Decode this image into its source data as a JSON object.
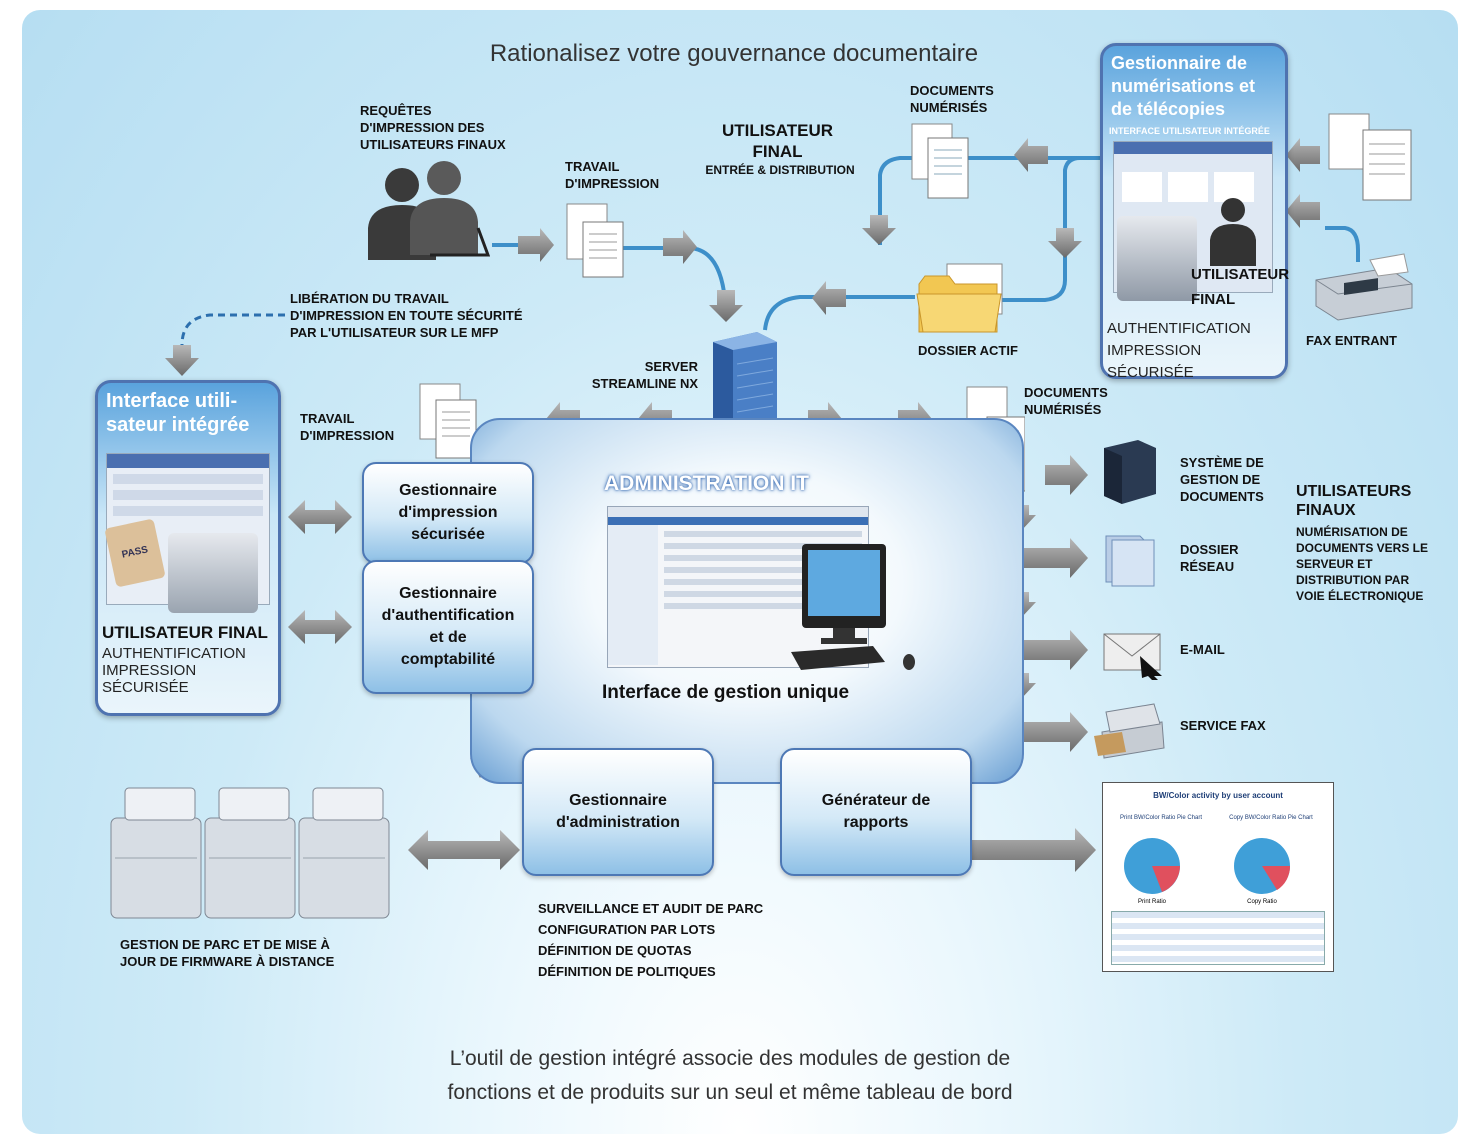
{
  "title": "Rationalisez votre gouvernance documentaire",
  "footer": "L’outil de gestion intégré associe des modules de gestion de\nfonctions et de produits sur un seul et même tableau de bord",
  "labels": {
    "requetes": "REQUÊTES\nD'IMPRESSION DES\nUTILISATEURS FINAUX",
    "travail_top": "TRAVAIL\nD'IMPRESSION",
    "utilisateur_final_title": "UTILISATEUR\nFINAL",
    "entree_distribution": "ENTRÉE & DISTRIBUTION",
    "docs_numerises_top": "DOCUMENTS\nNUMÉRISÉS",
    "liberation": "LIBÉRATION DU TRAVAIL\nD'IMPRESSION EN TOUTE SÉCURITÉ\nPAR L'UTILISATEUR SUR LE MFP",
    "dossier_actif": "DOSSIER ACTIF",
    "fax_entrant": "FAX ENTRANT",
    "server": "SERVER\nSTREAMLINE NX",
    "travail_left": "TRAVAIL\nD'IMPRESSION",
    "docs_numerises_right": "DOCUMENTS\nNUMÉRISÉS",
    "systeme_gestion": "SYSTÈME DE\nGESTION DE\nDOCUMENTS",
    "dossier_reseau": "DOSSIER\nRÉSEAU",
    "email": "E-MAIL",
    "service_fax": "SERVICE FAX",
    "utilisateurs_finaux": "UTILISATEURS\nFINAUX",
    "numerisation": "NUMÉRISATION DE\nDOCUMENTS VERS LE\nSERVEUR ET\nDISTRIBUTION PAR\nVOIE ÉLECTRONIQUE",
    "gestion_parc": "GESTION DE PARC ET DE MISE À\nJOUR DE FIRMWARE À DISTANCE",
    "surveillance": "SURVEILLANCE ET AUDIT DE PARC\nCONFIGURATION PAR LOTS\nDÉFINITION DE QUOTAS\nDÉFINITION DE POLITIQUES"
  },
  "left_panel": {
    "title": "Interface utili-\nsateur intégrée",
    "user": "UTILISATEUR FINAL",
    "auth": "AUTHENTIFICATION\nIMPRESSION\nSÉCURISÉE",
    "card_label": "PASS"
  },
  "right_panel": {
    "title": "Gestionnaire de\nnumérisations et\nde télécopies",
    "subtitle": "INTERFACE UTILISATEUR INTÉGRÉE",
    "user": "UTILISATEUR\nFINAL",
    "auth": "AUTHENTIFICATION\nIMPRESSION SÉCURISÉE"
  },
  "center": {
    "admin_title": "ADMINISTRATION IT",
    "interface": "Interface de gestion unique"
  },
  "modules": {
    "impression": "Gestionnaire\nd'impression\nsécurisée",
    "auth": "Gestionnaire\nd'authentification\net de\ncomptabilité",
    "admin": "Gestionnaire\nd'administration",
    "rapports": "Générateur de\nrapports"
  },
  "report": {
    "title": "BW/Color activity by user account",
    "pie1": "Print BW/Color Ratio Pie Chart",
    "pie2": "Copy BW/Color Ratio Pie Chart",
    "pie1_label": "Print Ratio",
    "pie2_label": "Copy Ratio"
  },
  "colors": {
    "panel_blue": "#4f73b0",
    "connector": "#3d8fc9",
    "arrow_grey": "#7f7f7f",
    "pie_blue": "#3f9fd8",
    "pie_red": "#e0505e"
  }
}
